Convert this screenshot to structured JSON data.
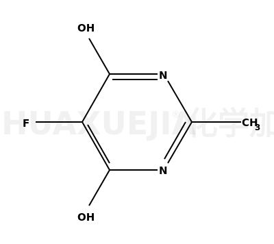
{
  "molecule": {
    "atoms": {
      "oh_top": "OH",
      "n_top": "N",
      "f": "F",
      "n_bottom": "N",
      "oh_bottom": "OH",
      "ch3_main": "CH",
      "ch3_sub": "3"
    }
  },
  "watermark": {
    "text": "HUAXUEJIA",
    "registered": "®",
    "cjk": "化学加"
  }
}
